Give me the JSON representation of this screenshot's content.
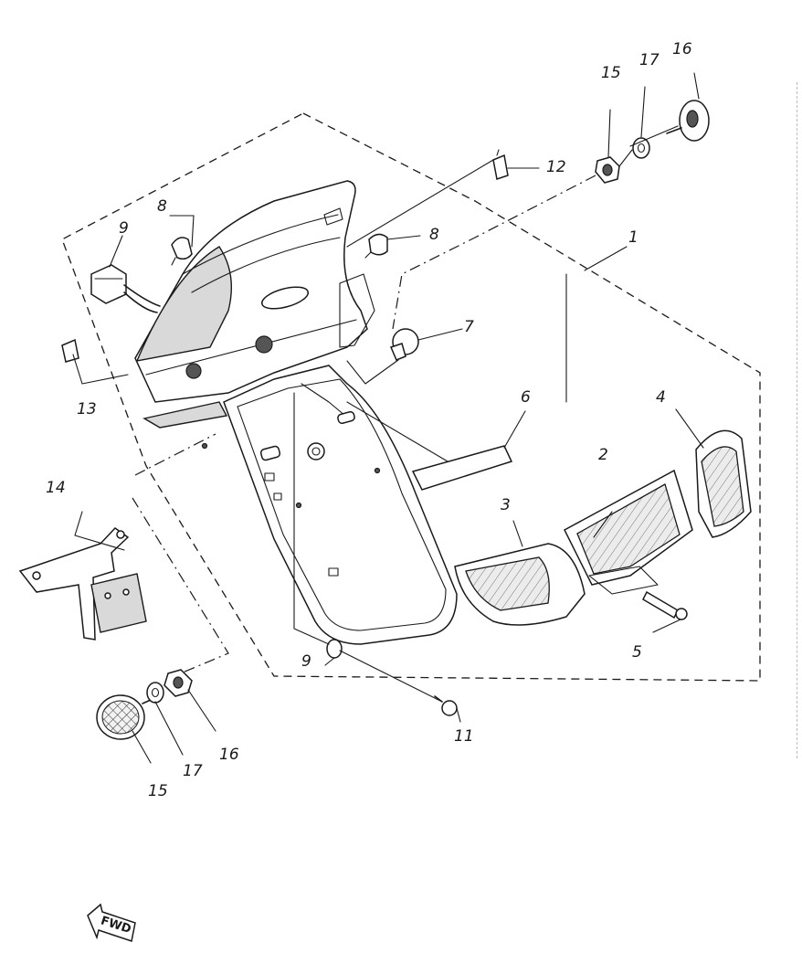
{
  "callouts": {
    "c1": "1",
    "c2": "2",
    "c3": "3",
    "c4": "4",
    "c5": "5",
    "c6": "6",
    "c7": "7",
    "c8a": "8",
    "c8b": "8",
    "c9a": "9",
    "c9b": "9",
    "c11": "11",
    "c12": "12",
    "c13": "13",
    "c14": "14",
    "c15a": "15",
    "c16a": "16",
    "c17a": "17",
    "c15b": "15",
    "c16b": "16",
    "c17b": "17"
  },
  "direction_marker": {
    "label": "FWD"
  }
}
